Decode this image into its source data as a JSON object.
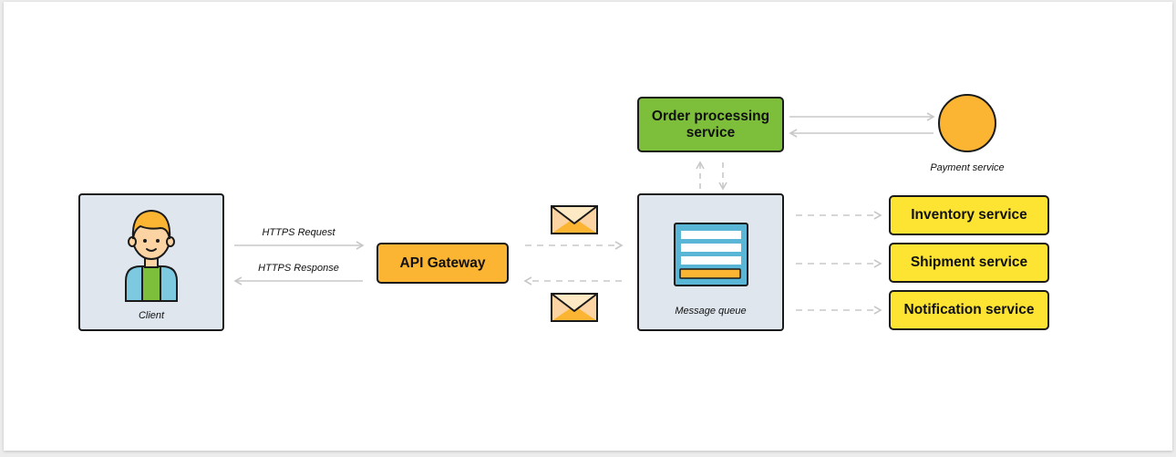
{
  "client": {
    "label": "Client"
  },
  "arrows": {
    "request_label": "HTTPS Request",
    "response_label": "HTTPS Response"
  },
  "api_gateway": {
    "label": "API Gateway"
  },
  "order_service": {
    "label_line1": "Order processing",
    "label_line2": "service"
  },
  "payment_service": {
    "label": "Payment service"
  },
  "message_queue": {
    "label": "Message queue"
  },
  "services": {
    "inventory": "Inventory service",
    "shipment": "Shipment service",
    "notification": "Notification service"
  },
  "colors": {
    "green": "#7dbf3b",
    "orange": "#fbb532",
    "yellow": "#fde432",
    "panel": "#dfe6ee",
    "arrow": "#c8c8c8"
  }
}
